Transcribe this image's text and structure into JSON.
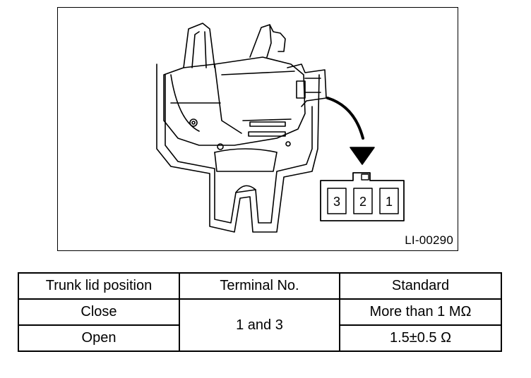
{
  "figure": {
    "id_label": "LI-00290",
    "connector_terminals": [
      "3",
      "2",
      "1"
    ]
  },
  "table": {
    "headers": [
      "Trunk lid position",
      "Terminal No.",
      "Standard"
    ],
    "rows": [
      {
        "position": "Close",
        "terminal": "1 and 3",
        "standard": "More than 1 MΩ"
      },
      {
        "position": "Open",
        "terminal": "1 and 3",
        "standard": "1.5±0.5 Ω"
      }
    ]
  }
}
